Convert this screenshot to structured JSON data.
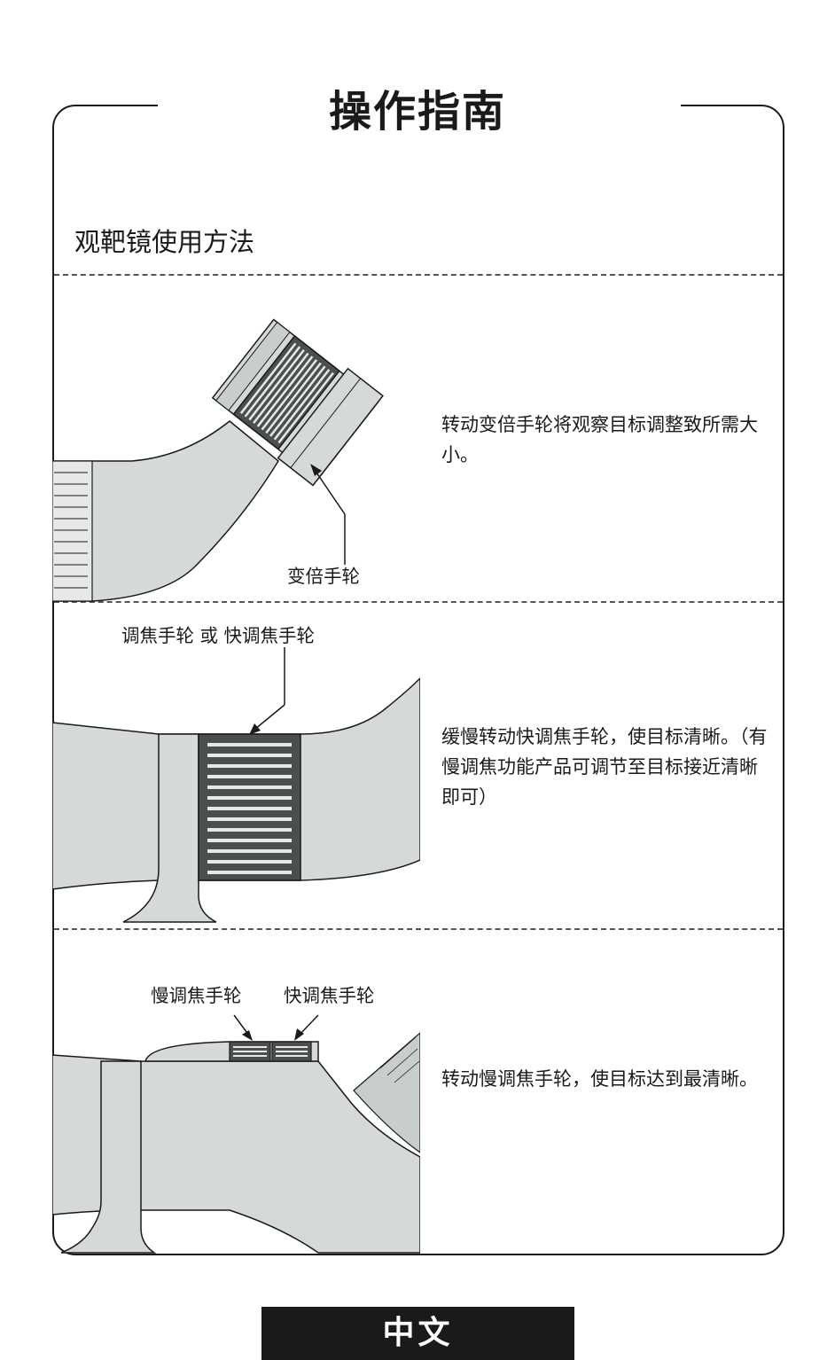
{
  "page_title": "操作指南",
  "section_title": "观靶镜使用方法",
  "steps": [
    {
      "callouts": [
        "变倍手轮"
      ],
      "description": "转动变倍手轮将观察目标调整致所需大小。"
    },
    {
      "callouts": [
        "调焦手轮 或 快调焦手轮"
      ],
      "description": "缓慢转动快调焦手轮，使目标清晰。（有慢调焦功能产品可调节至目标接近清晰即可）"
    },
    {
      "callouts": [
        "慢调焦手轮",
        "快调焦手轮"
      ],
      "description": "转动慢调焦手轮，使目标达到最清晰。"
    }
  ],
  "footer_label": "中文",
  "colors": {
    "scope_body": "#d5dad7",
    "wheel_dark": "#4b4f4e",
    "outline": "#1a1a1a"
  }
}
